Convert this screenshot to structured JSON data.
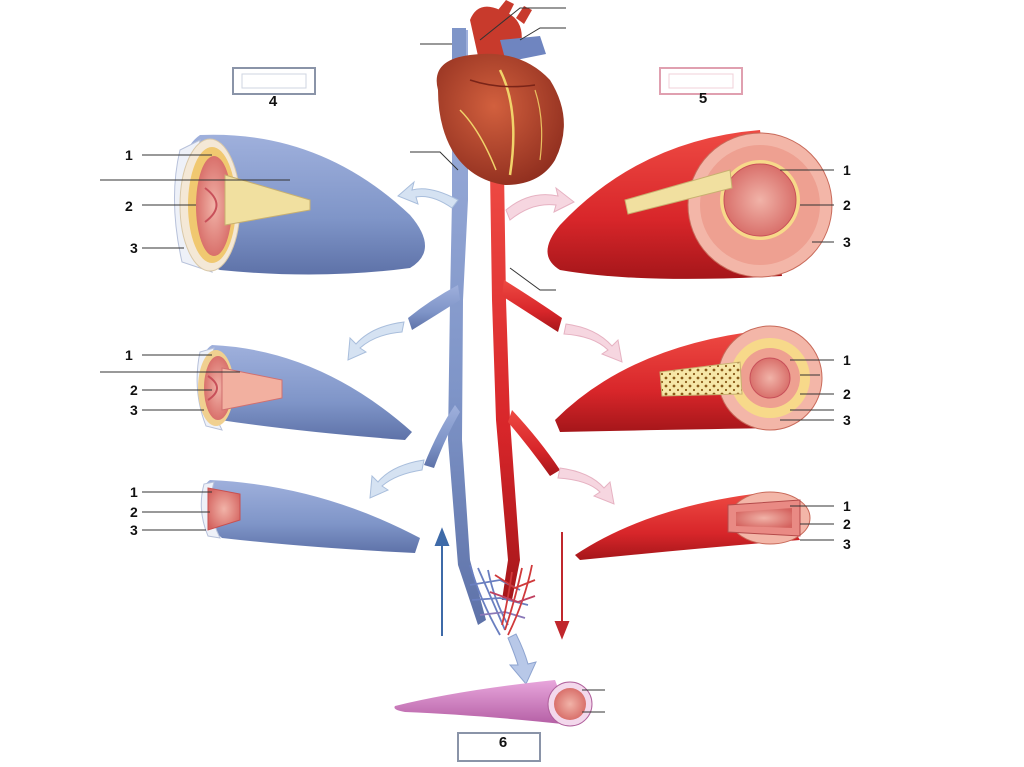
{
  "boxes": {
    "veins": "4",
    "arteries": "5",
    "capillary": "6"
  },
  "layers": [
    "1",
    "2",
    "3"
  ],
  "colors": {
    "vein": "#7f95c8",
    "vein_dark": "#5a6fa6",
    "artery": "#d8262a",
    "artery_dark": "#a5161a",
    "capillary": "#d67fc2",
    "lumen": "#d96a6a",
    "fat": "#f3e2a0",
    "heart": "#b23a28"
  }
}
